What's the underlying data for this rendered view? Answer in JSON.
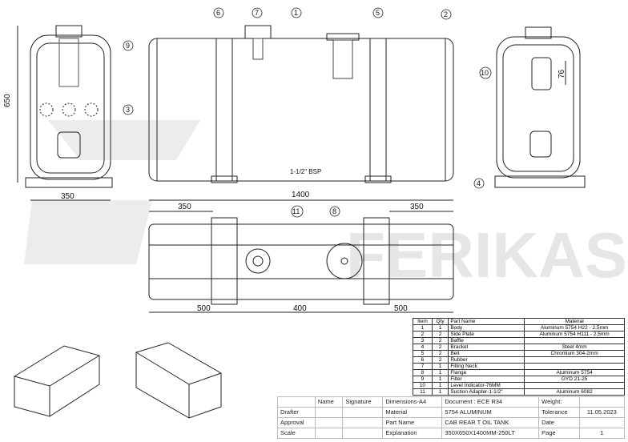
{
  "watermark": "FERIKAS",
  "dimensions": {
    "front_height": "650",
    "front_width": "350",
    "side_length": "1400",
    "bsp": "1-1/2\" BSP",
    "top_left": "350",
    "top_right": "350",
    "bottom_left": "500",
    "bottom_mid": "400",
    "bottom_right": "500",
    "indicator": "76"
  },
  "balloons": [
    "1",
    "2",
    "3",
    "4",
    "5",
    "6",
    "7",
    "8",
    "9",
    "10",
    "11"
  ],
  "parts_list": {
    "headers": [
      "Item",
      "Qty",
      "Part Name",
      "Material"
    ],
    "rows": [
      [
        "1",
        "1",
        "Body",
        "Aluminum 5754 H22 - 2,5mm"
      ],
      [
        "2",
        "2",
        "Side Plate",
        "Aluminum 5754 H111 - 2,5mm"
      ],
      [
        "3",
        "2",
        "Baffle",
        ""
      ],
      [
        "4",
        "2",
        "Bracket",
        "Steel 4mm"
      ],
      [
        "5",
        "2",
        "Belt",
        "Chromium 304-2mm"
      ],
      [
        "6",
        "2",
        "Rubber",
        ""
      ],
      [
        "7",
        "1",
        "Filling Neck",
        ""
      ],
      [
        "8",
        "1",
        "Flange",
        "Aluminum 5754"
      ],
      [
        "9",
        "1",
        "Filter",
        "GYD 21-25"
      ],
      [
        "10",
        "1",
        "Level Indicator-76MM",
        ""
      ],
      [
        "11",
        "1",
        "Suction Adapter-1-1/2\"",
        "Aluminum 6082"
      ]
    ]
  },
  "title_block": {
    "rows": [
      [
        "",
        "Name",
        "Signature",
        "Dimensions-A4",
        "Document : ECE R34",
        "Weight:",
        ""
      ],
      [
        "Drafter",
        "",
        "",
        "Material",
        "5754 ALUMINUM",
        "Tolerance",
        "11.05.2023"
      ],
      [
        "Approval",
        "",
        "",
        "Part Name",
        "CAB REAR T OIL TANK",
        "Date",
        ""
      ],
      [
        "Scale",
        "",
        "",
        "Explanation",
        "350X650X1400MM-250LT",
        "Page",
        "1"
      ]
    ]
  }
}
